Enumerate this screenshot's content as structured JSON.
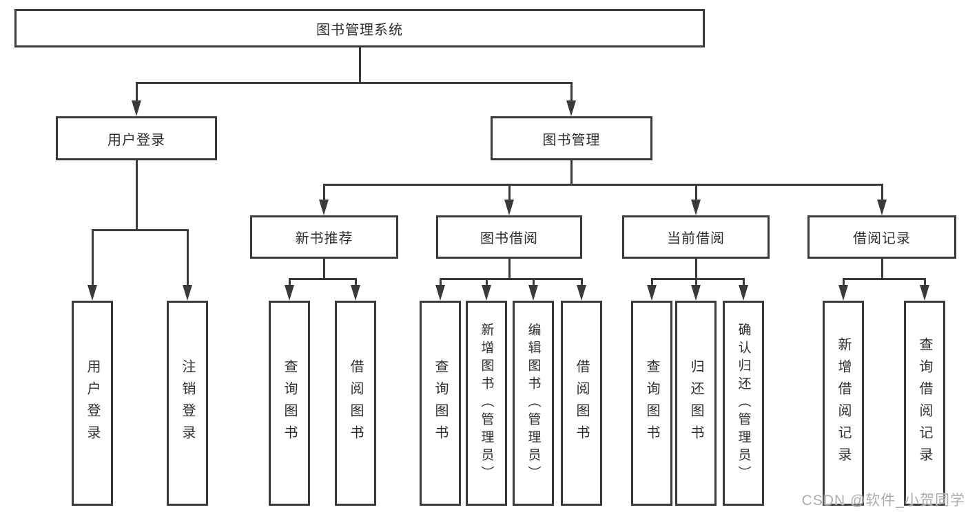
{
  "diagram": {
    "title": "图书管理系统",
    "level2": {
      "user_login": "用户登录",
      "book_mgmt": "图书管理"
    },
    "level3": {
      "new_books": "新书推荐",
      "book_borrow": "图书借阅",
      "current_borrow": "当前借阅",
      "borrow_records": "借阅记录"
    },
    "leaves": {
      "user_login": [
        "用户登录",
        "注销登录"
      ],
      "new_books": [
        "查询图书",
        "借阅图书"
      ],
      "book_borrow": [
        "查询图书",
        "新增图书（管理员）",
        "编辑图书（管理员）",
        "借阅图书"
      ],
      "current_borrow": [
        "查询图书",
        "归还图书",
        "确认归还（管理员）"
      ],
      "borrow_records": [
        "新增借阅记录",
        "查询借阅记录"
      ]
    },
    "watermark": "CSDN @软件_小贺同学",
    "colors": {
      "line": "#3a3a3a",
      "text": "#2e2e2e",
      "background": "#ffffff",
      "watermark": "#adadad"
    }
  }
}
